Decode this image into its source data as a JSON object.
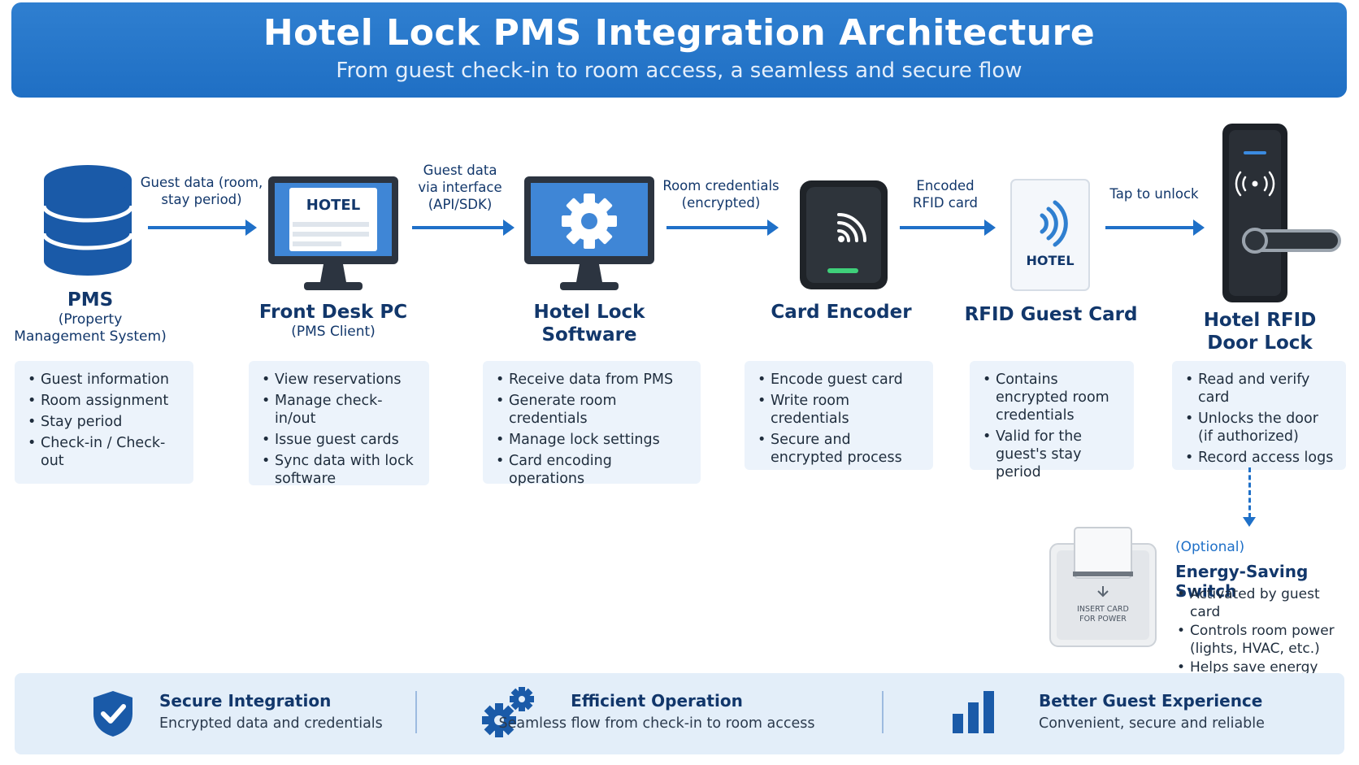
{
  "header": {
    "title": "Hotel Lock PMS Integration Architecture",
    "subtitle": "From guest check-in to room access, a seamless and secure flow"
  },
  "nodes": [
    {
      "label": "PMS",
      "sub": "(Property Management System)",
      "items": [
        "Guest information",
        "Room assignment",
        "Stay period",
        "Check-in / Check-out"
      ]
    },
    {
      "label": "Front Desk PC",
      "sub": "(PMS Client)",
      "screen_text": "HOTEL",
      "items": [
        "View reservations",
        "Manage check-in/out",
        "Issue guest cards",
        "Sync data with lock software"
      ]
    },
    {
      "label": "Hotel Lock Software",
      "sub": "",
      "items": [
        "Receive data from PMS",
        "Generate room credentials",
        "Manage lock settings",
        "Card encoding operations"
      ]
    },
    {
      "label": "Card Encoder",
      "sub": "",
      "items": [
        "Encode guest card",
        "Write room credentials",
        "Secure and encrypted process"
      ]
    },
    {
      "label": "RFID Guest Card",
      "sub": "",
      "card_text": "HOTEL",
      "items": [
        "Contains encrypted room credentials",
        "Valid for the guest's stay period"
      ]
    },
    {
      "label": "Hotel RFID Door Lock",
      "sub": "",
      "items": [
        "Read and verify card",
        "Unlocks the door (if authorized)",
        "Record access logs"
      ]
    }
  ],
  "arrows": [
    {
      "label": "Guest data (room, stay period)"
    },
    {
      "label": "Guest data via interface (API/SDK)"
    },
    {
      "label": "Room credentials (encrypted)"
    },
    {
      "label": "Encoded RFID card"
    },
    {
      "label": "Tap to unlock"
    }
  ],
  "optional": {
    "tag": "(Optional)",
    "title": "Energy-Saving Switch",
    "device_text": "INSERT CARD FOR POWER",
    "items": [
      "Activated by guest card",
      "Controls room power (lights, HVAC, etc.)",
      "Helps save energy"
    ]
  },
  "footer": [
    {
      "title": "Secure Integration",
      "subtitle": "Encrypted data and credentials",
      "icon": "shield-check-icon"
    },
    {
      "title": "Efficient Operation",
      "subtitle": "Seamless flow from check-in to room access",
      "icon": "gears-icon"
    },
    {
      "title": "Better Guest Experience",
      "subtitle": "Convenient, secure and reliable",
      "icon": "bar-chart-icon"
    }
  ],
  "colors": {
    "primary": "#1f70c8",
    "dark_text": "#12376b",
    "panel": "#ecf3fb"
  }
}
